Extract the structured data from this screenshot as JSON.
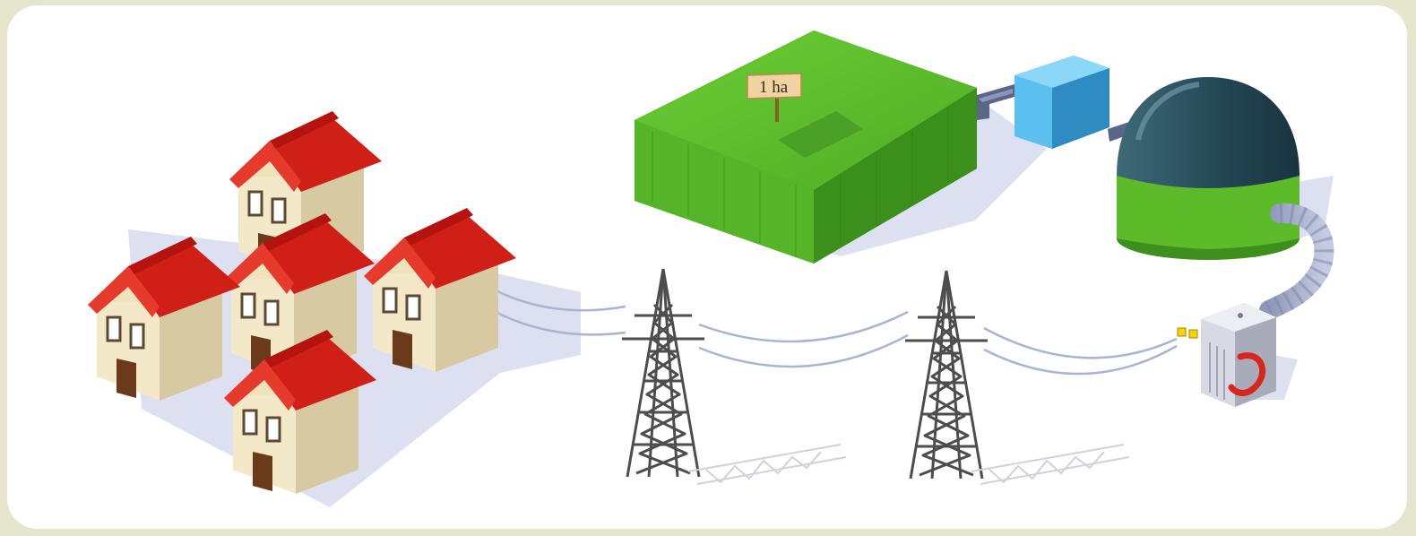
{
  "field": {
    "sign_text": "1 ha"
  },
  "colors": {
    "background": "#e6e6cf",
    "panel": "#ffffff",
    "roof": "#d8261d",
    "wall": "#f3e8c8",
    "grass": "#5dbb2a",
    "tank_blue": "#4fb8e8",
    "dome": "#2a4d5c",
    "tower": "#4d4d4d",
    "cable": "#a9b4d0",
    "shadow": "#d9dcef"
  },
  "elements": {
    "houses": [
      "house",
      "house",
      "house",
      "house",
      "house"
    ],
    "pylons": [
      "pylon",
      "pylon"
    ]
  }
}
